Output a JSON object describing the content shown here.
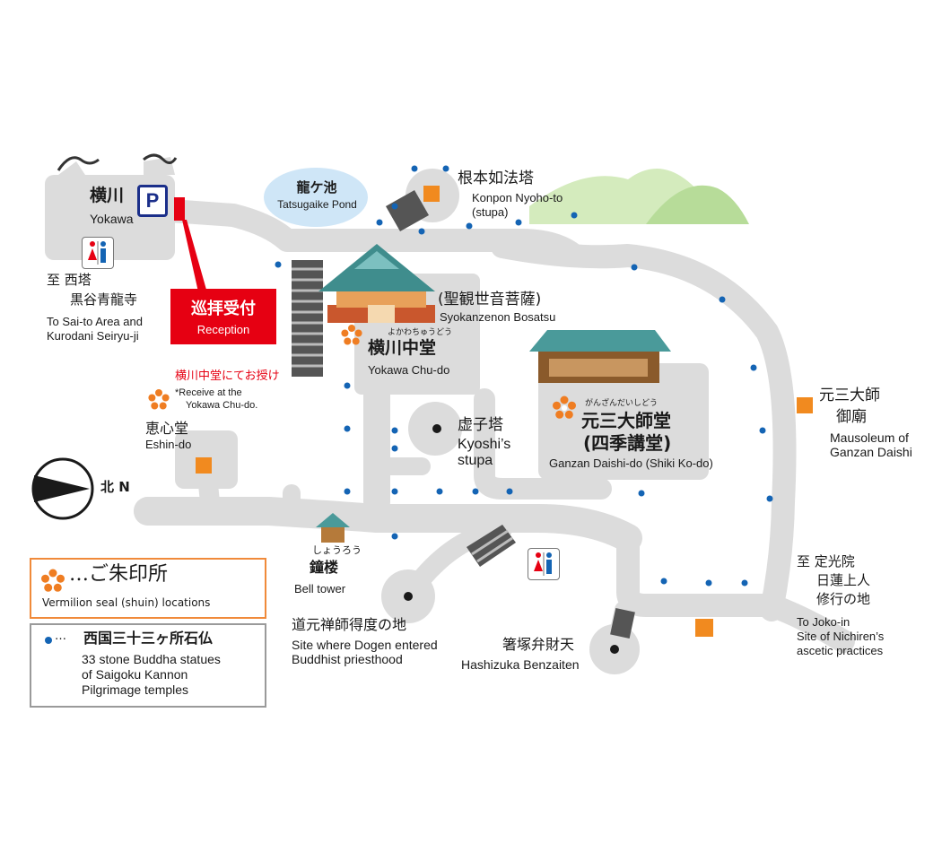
{
  "yokawa": {
    "jp": "横川",
    "en": "Yokawa",
    "parking": "P"
  },
  "saito": {
    "jp1": "至 西塔",
    "jp2": "黒谷青龍寺",
    "en1": "To Sai-to Area and",
    "en2": "Kurodani Seiryu-ji"
  },
  "reception": {
    "jp": "巡拝受付",
    "en": "Reception"
  },
  "pond": {
    "jp": "龍ケ池",
    "en": "Tatsugaike Pond"
  },
  "konpon": {
    "jp": "根本如法塔",
    "en1": "Konpon Nyoho-to",
    "en2": "(stupa)"
  },
  "syokanzenon": {
    "jp": "(聖観世音菩薩)",
    "en": "Syokanzenon Bosatsu"
  },
  "chudo": {
    "ruby": "よかわちゅうどう",
    "jp": "横川中堂",
    "en": "Yokawa Chu-do"
  },
  "receive_note": {
    "jp": "横川中堂にてお授け",
    "en1": "*Receive at the",
    "en2": "Yokawa Chu-do."
  },
  "eshindo": {
    "jp": "恵心堂",
    "en": "Eshin-do"
  },
  "kyoshi": {
    "jp": "虚子塔",
    "en1": "Kyoshi’s",
    "en2": "stupa"
  },
  "ganzan": {
    "ruby": "がんざんだいしどう",
    "jp1": "元三大師堂",
    "jp2": "(四季講堂)",
    "en": "Ganzan Daishi-do (Shiki Ko-do)"
  },
  "mausoleum": {
    "jp1": "元三大師",
    "jp2": "御廟",
    "en1": "Mausoleum of",
    "en2": "Ganzan Daishi"
  },
  "north": {
    "label": "北 N"
  },
  "bell": {
    "ruby": "しょうろう",
    "jp": "鐘楼",
    "en": "Bell tower"
  },
  "joko": {
    "jp1": "至 定光院",
    "jp2": "日蓮上人",
    "jp3": "修行の地",
    "en1": "To Joko-in",
    "en2": "Site of Nichiren’s",
    "en3": "ascetic practices"
  },
  "dogen": {
    "jp": "道元禅師得度の地",
    "en1": "Site where Dogen entered",
    "en2": "Buddhist priesthood"
  },
  "hashizuka": {
    "jp": "箸塚弁財天",
    "en": "Hashizuka Benzaiten"
  },
  "legend": {
    "seal_jp": "…ご朱印所",
    "seal_en": "Vermilion seal (shuin) locations",
    "stone_jp": "西国三十三ヶ所石仏",
    "stone_dots": "…",
    "stone_en1": "33 stone Buddha statues",
    "stone_en2": "of Saigoku Kannon",
    "stone_en3": "Pilgrimage temples"
  },
  "colors": {
    "road": "#dcdcdc",
    "accent_red": "#e60012",
    "orange_marker": "#f18a1f",
    "pond": "#cfe6f7",
    "dot_blue": "#1464b4",
    "seal_orange": "#ef7d22",
    "parking_blue": "#1b2f8a",
    "roof_teal": "#4a9a9a",
    "hill_green": "#bfe0a0"
  }
}
